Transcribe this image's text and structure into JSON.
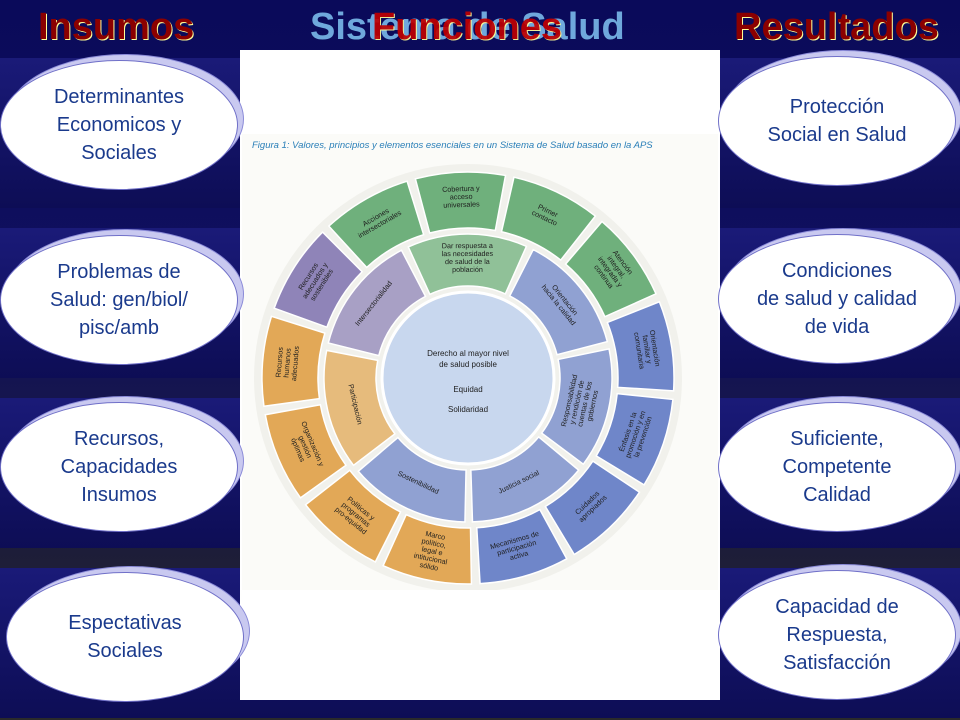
{
  "titles": {
    "insumos": "Insumos",
    "sistema": "Sistema de Salud",
    "funciones": "Funciones",
    "resultados": "Resultados"
  },
  "left_ovals": [
    "Determinantes\nEconomicos y\nSociales",
    "Problemas de\nSalud: gen/biol/\npisc/amb",
    "Recursos,\nCapacidades\nInsumos",
    "Espectativas\nSociales"
  ],
  "right_ovals": [
    "Protección\nSocial en Salud",
    "Condiciones\nde salud y calidad\nde vida",
    "Suficiente,\nCompetente\nCalidad",
    "Capacidad de\nRespuesta,\nSatisfacción"
  ],
  "figure": {
    "caption": "Figura 1: Valores, principios y elementos esenciales en un Sistema de Salud basado en la APS",
    "center": [
      "Derecho al mayor nivel",
      "de salud posible",
      "Equidad",
      "Solidaridad"
    ],
    "middle_ring": [
      "Dar respuesta a las necesidades de salud de la población",
      "Orientación hacia la calidad",
      "Responsabilidad y rendición de cuentas de los gobiernos",
      "Justicia social",
      "Sostenibilidad",
      "Participación",
      "Intersectorialidad"
    ],
    "outer_ring": [
      "Cobertura y acceso universales",
      "Primer contacto",
      "Atención integral, integrada y continua",
      "Orientación familiar y comunitaria",
      "Énfasis en la promoción y en la prevención",
      "Cuidados apropiados",
      "Mecanismos de participación activa",
      "Marco político, legal e intitucional sólido",
      "Políticas y programas pro-equidad",
      "Organización y gestión óptimas",
      "Recursos humanos adecuados",
      "Recursos adecuados y sostenibles",
      "Acciones intersectoriales"
    ],
    "colors": {
      "green": "#6fb07c",
      "blue": "#6f86c9",
      "orange": "#e2a857",
      "purple": "#8f84b8",
      "center": "#c8d7ee"
    }
  }
}
